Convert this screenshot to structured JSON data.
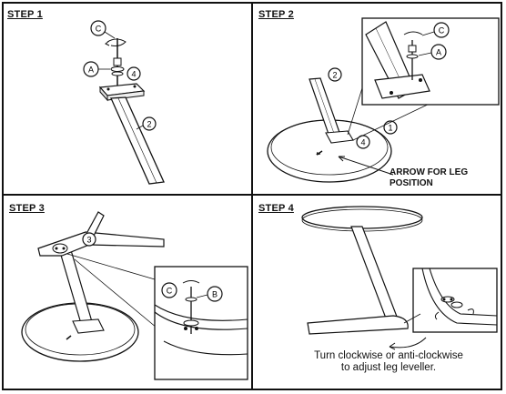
{
  "steps": [
    {
      "title": "STEP 1",
      "part_labels": [
        "C",
        "A",
        "4",
        "2"
      ]
    },
    {
      "title": "STEP 2",
      "part_labels": [
        "2",
        "C",
        "A",
        "4",
        "1"
      ],
      "callout_lines": [
        "ARROW FOR LEG",
        "POSITION"
      ]
    },
    {
      "title": "STEP 3",
      "part_labels": [
        "3",
        "C",
        "B"
      ]
    },
    {
      "title": "STEP 4",
      "caption_lines": [
        "Turn clockwise or anti-clockwise",
        "to adjust leg leveller."
      ]
    }
  ]
}
